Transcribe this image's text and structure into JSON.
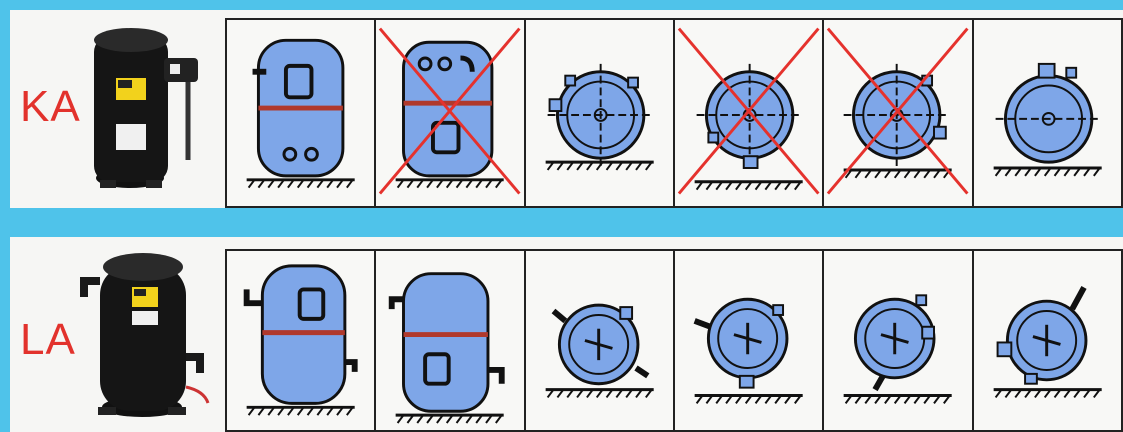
{
  "rows": [
    {
      "code": "KA",
      "positions": [
        {
          "view": "upright",
          "allowed": true
        },
        {
          "view": "inverted",
          "allowed": false
        },
        {
          "view": "side",
          "allowed": true
        },
        {
          "view": "side",
          "allowed": false
        },
        {
          "view": "side",
          "allowed": false
        },
        {
          "view": "side",
          "allowed": true
        }
      ]
    },
    {
      "code": "LA",
      "positions": [
        {
          "view": "upright",
          "allowed": true
        },
        {
          "view": "inverted",
          "allowed": true
        },
        {
          "view": "side",
          "allowed": true
        },
        {
          "view": "side",
          "allowed": true
        },
        {
          "view": "side",
          "allowed": true
        },
        {
          "view": "side",
          "allowed": true
        }
      ]
    }
  ],
  "colors": {
    "background": "#4fc3ea",
    "compressor_fill": "#7ea6e8",
    "forbidden_cross": "#e5322d",
    "label": "#e2322c"
  }
}
